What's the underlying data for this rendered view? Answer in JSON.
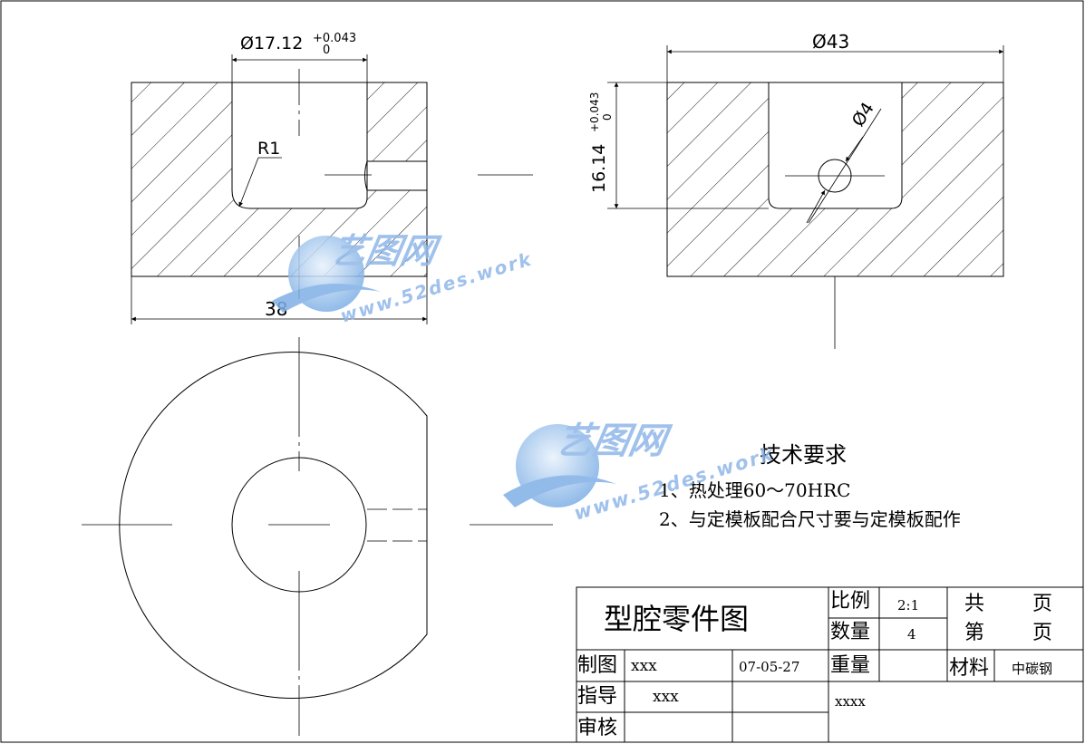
{
  "dimensions": {
    "bore_diameter": "Ø17.12",
    "bore_tol_upper": "+0.043",
    "bore_tol_lower": "0",
    "fillet_radius": "R1",
    "width": "38",
    "outer_diameter": "Ø43",
    "hole_diameter": "Ø4",
    "cavity_depth": "16.14",
    "depth_tol_upper": "+0.043",
    "depth_tol_lower": "0"
  },
  "tech_requirements": {
    "heading": "技术要求",
    "items": [
      "1、热处理60～70HRC",
      "2、与定模板配合尺寸要与定模板配作"
    ]
  },
  "title_block": {
    "title": "型腔零件图",
    "scale_label": "比例",
    "scale_value": "2:1",
    "quantity_label": "数量",
    "quantity_value": "4",
    "weight_label": "重量",
    "total_label": "共",
    "page_label_1": "页",
    "sheet_label": "第",
    "page_label_2": "页",
    "material_label": "材料",
    "material_value": "中碳钢",
    "drawn_label": "制图",
    "drawn_by": "xxx",
    "drawn_date": "07-05-27",
    "guide_label": "指导",
    "guide_by": "xxx",
    "review_label": "审核",
    "org": "xxxx"
  },
  "watermark": {
    "brand": "艺图网",
    "url": "www.52des.work",
    "color": "#8fb7e8"
  }
}
